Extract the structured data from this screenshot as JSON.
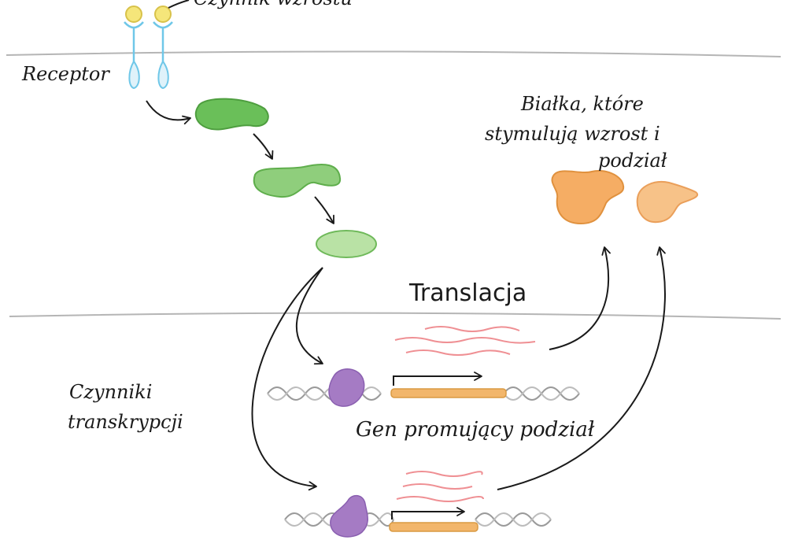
{
  "labels": {
    "growth_factor": "Czynnik wzrostu",
    "receptor": "Receptor",
    "proteins": [
      "Białka, które",
      "stymulują wzrost i",
      "podział"
    ],
    "translation": "Translacja",
    "transcription_factors": [
      "Czynniki",
      "transkrypcji"
    ],
    "gene": "Gen promujący podział"
  },
  "colors": {
    "membrane": "#b5b5b5",
    "receptor": "#6fc7e8",
    "ligand": "#f5e67a",
    "kinase_1": "#6abf59",
    "kinase_2": "#8fce7c",
    "kinase_3": "#b9e2a5",
    "tf": "#a57bc4",
    "gene": "#f2b66b",
    "mrna": "#ef8f93",
    "protein_1": "#f5ad64",
    "protein_2": "#f7c288"
  }
}
